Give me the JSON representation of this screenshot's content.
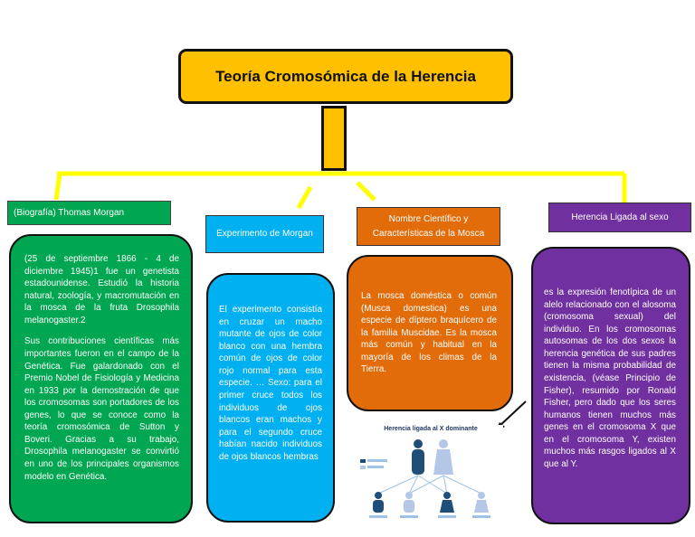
{
  "title": "Teoría Cromosómica de la Herencia",
  "headers": {
    "morgan": "(Biografía) Thomas Morgan",
    "experiment": "Experimento de Morgan",
    "fly": "Nombre Científico y Características de la Mosca",
    "linked": "Herencia Ligada al sexo"
  },
  "cards": {
    "morgan_p1": "(25 de septiembre 1866 - 4 de diciembre 1945)1 fue un genetista estadounidense. Estudió la historia natural, zoología, y macromutación en la mosca de la fruta Drosophila melanogaster.2",
    "morgan_p2": "Sus contribuciones científicas más importantes fueron en el campo de la Genética. Fue galardonado con el Premio Nobel de Fisiología y Medicina en 1933 por la demostración de que los cromosomas son portadores de los genes, lo que se conoce como la teoría cromosómica de Sutton y Boveri. Gracias a su trabajo, Drosophila melanogaster se convirtió en uno de los principales organismos modelo en Genética.",
    "experiment": "El experimento consistía en cruzar un macho mutante de ojos de color blanco con una hembra común de ojos de color rojo normal para esta especie. … Sexo: para el primer cruce todos los individuos de ojos blancos eran machos y para el segundo cruce habían nacido individuos de ojos blancos hembras",
    "fly": "La mosca doméstica o común (Musca domestica) es una especie de díptero braquícero de la familia Muscidae. Es la mosca más común y habitual en la mayoría de los climas de la Tierra.",
    "linked": "es la expresión fenotípica de un alelo relacionado con el alosoma (cromosoma sexual) del individuo. En los cromosomas autosomas de los dos sexos la herencia genética de sus padres tienen la misma probabilidad de existencia, (véase Principio de Fisher), resumido por Ronald Fisher, pero dado que los seres humanos tienen muchos más genes en el cromosoma X que en el cromosoma Y, existen muchos más rasgos ligados al X que al Y."
  },
  "figure": {
    "title": "Herencia ligada al X dominante"
  },
  "colors": {
    "yellow": "#ffc000",
    "green": "#00a651",
    "blue": "#00b0f0",
    "orange": "#e36c0a",
    "purple": "#7030a0",
    "connector": "#ffff00"
  }
}
